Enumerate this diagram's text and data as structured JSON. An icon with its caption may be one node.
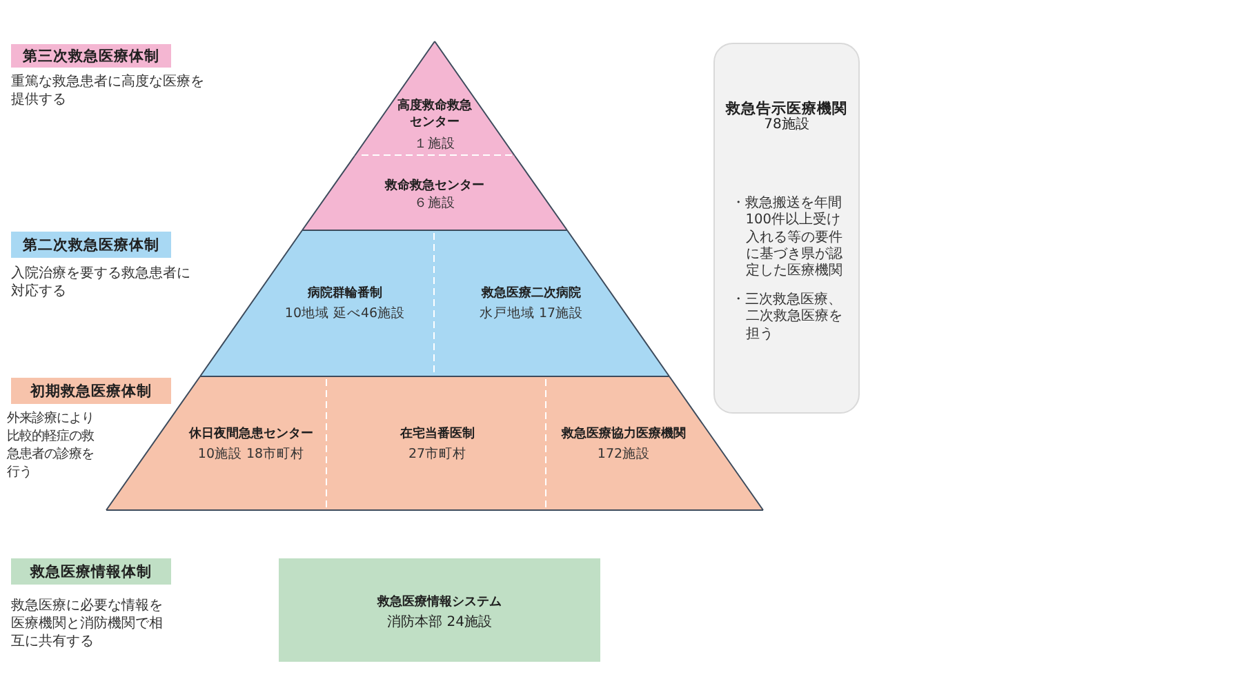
{
  "diagram": {
    "nodes": [
      {
        "text": [
          "第三次救急医療体制"
        ],
        "beside": [
          "重篤な救急患者に高度な医療を提供する"
        ]
      },
      {
        "text": [
          "高度救命救急センター",
          "１施設"
        ]
      },
      {
        "text": [
          "救急告示医療機関",
          "78施設",
          "・救急搬送を年間100件以上受け入れる等の要件に基づき県が認定した医療機関",
          "・三次救急医療、二次救急医療を担う"
        ]
      },
      {
        "text": [
          "救命救急センター",
          "６施設"
        ]
      },
      {
        "text": [
          "第二次救急医療体制"
        ],
        "beside": [
          "入院治療を要する救急患者に対応する"
        ]
      },
      {
        "text": [
          "病院群輪番制",
          "10地域 延べ46施設"
        ]
      },
      {
        "text": [
          "救急医療二次病院",
          "水戸地域 17施設"
        ]
      },
      {
        "text": [
          "初期救急医療体制"
        ],
        "beside": [
          "外来診療により比較的軽症の救急患者の診療を行う"
        ]
      },
      {
        "text": [
          "休日夜間急患センター",
          "10施設 18市町村"
        ]
      },
      {
        "text": [
          "在宅当番医制",
          "27市町村"
        ]
      },
      {
        "text": [
          "救急医療協力医療機関",
          "172施設"
        ]
      },
      {
        "text": [
          "救急医療情報体制"
        ],
        "beside": [
          "救急医療に必要な情報を医療機関と消防機関で相互に共有する"
        ]
      },
      {
        "text": [
          "救急医療情報システム",
          "消防本部 24施設"
        ]
      }
    ]
  }
}
